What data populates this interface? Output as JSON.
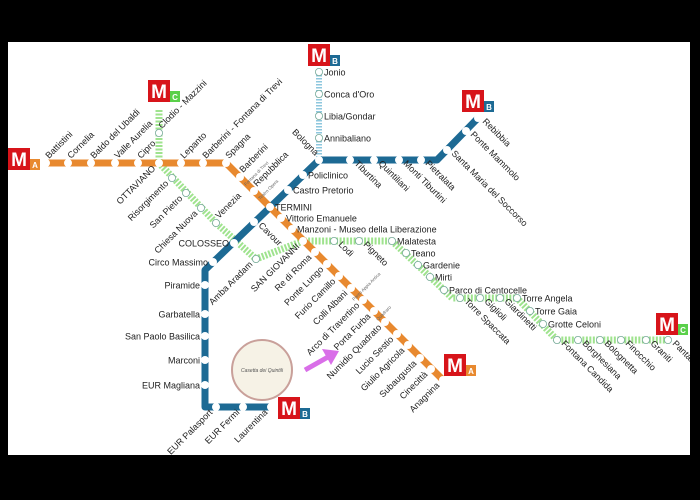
{
  "colors": {
    "line_a": "#e8892f",
    "line_b": "#1d6a94",
    "line_b1": "#8ec7de",
    "line_c": "#9fe38e",
    "metro_red": "#d7141a",
    "arrow": "#d96ee8"
  },
  "line_a": {
    "letter": "A",
    "stations": [
      "Battistini",
      "Cornelia",
      "Baldo del Ubaldi",
      "Valle Aurelia",
      "Cipro",
      "OTTAVIANO",
      "Lepanto",
      "Barberini - Fontana di Trevi",
      "Spagna",
      "Barberini",
      "Repubblica",
      "TERMINI",
      "Vittorio Emanuele",
      "Manzoni - Museo della Liberazione",
      "SAN GIOVANNI",
      "Re di Roma",
      "Ponte Lungo",
      "Furio Camillo",
      "Colli Albani",
      "Arco di Travertino",
      "Porta Furba",
      "Numidio Quadrato",
      "Lucio Sestio",
      "Giulio Agricola",
      "Subaugusta",
      "Cinecittà",
      "Anagnina"
    ]
  },
  "line_b": {
    "letter": "B",
    "stations": [
      "Rebibbia",
      "Ponte Mammolo",
      "Santa Maria del Soccorso",
      "Pietralata",
      "Monti Tiburtini",
      "Quintiliani",
      "Tiburtina",
      "Bologna",
      "Policlinico",
      "Castro Pretorio",
      "Cavour",
      "COLOSSEO",
      "Circo Massimo",
      "Piramide",
      "Garbatella",
      "San Paolo Basilica",
      "Marconi",
      "EUR Magliana",
      "EUR Palasport",
      "EUR Fermi",
      "Laurentina"
    ]
  },
  "line_b1": {
    "stations": [
      "Jonio",
      "Conca d'Oro",
      "Libia/Gondar",
      "Annibaliano"
    ]
  },
  "line_c": {
    "letter": "C",
    "stations": [
      "Clodio - Mazzini",
      "Risorgimento",
      "San Pietro",
      "Chiesa Nuova",
      "Venezia",
      "Amba Aradam",
      "Lodi",
      "Pigneto",
      "Malatesta",
      "Teano",
      "Gardenie",
      "Mirti",
      "Parco di Centocelle",
      "Torre Spaccata",
      "Giglioli",
      "Giardinetti",
      "Torre Angela",
      "Torre Gaia",
      "Grotte Celoni",
      "Fontana Candida",
      "Borghesiana",
      "Bolognetta",
      "Finocchio",
      "Graniti",
      "Pantano"
    ]
  },
  "sublabels": [
    "Fontana di Trevi",
    "Teatro Opera",
    "Parco Appia Antica",
    "Quadraro"
  ],
  "metro_logo": "M",
  "stamp": {
    "text": "Casetta dei Quintili"
  }
}
